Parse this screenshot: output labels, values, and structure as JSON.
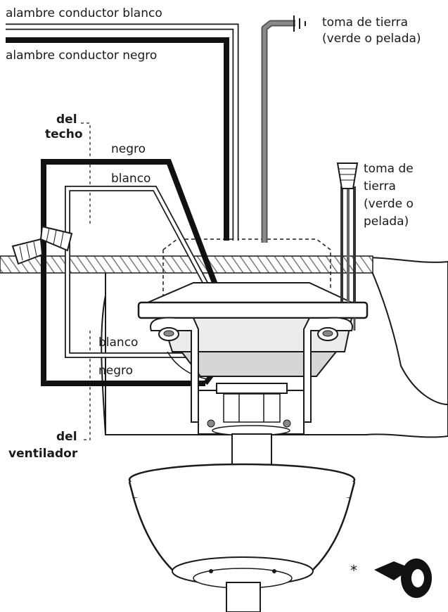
{
  "labels": {
    "white_conductor": "alambre conductor blanco",
    "black_conductor": "alambre conductor negro",
    "ground_top": [
      "toma de tierra",
      "(verde o pelada)"
    ],
    "ground_right": [
      "toma de",
      "tierra",
      "(verde o",
      "pelada)"
    ],
    "ceiling_label": [
      "del",
      "techo"
    ],
    "fan_label": [
      "del",
      "ventilador"
    ],
    "black_top": "negro",
    "white_top": "blanco",
    "white_bottom": "blanco",
    "black_bottom": "negro",
    "footnote_mark": "*"
  },
  "colors": {
    "outline": "#1a1a1a",
    "black_wire": "#111111",
    "white_wire": "#ffffff",
    "ground_wire": "#666666",
    "plate_fill": "#d9d9d9",
    "hatch": "#777777"
  },
  "icons": [
    "ground-symbol-icon",
    "wire-nut-icon",
    "electrical-tape-icon"
  ]
}
